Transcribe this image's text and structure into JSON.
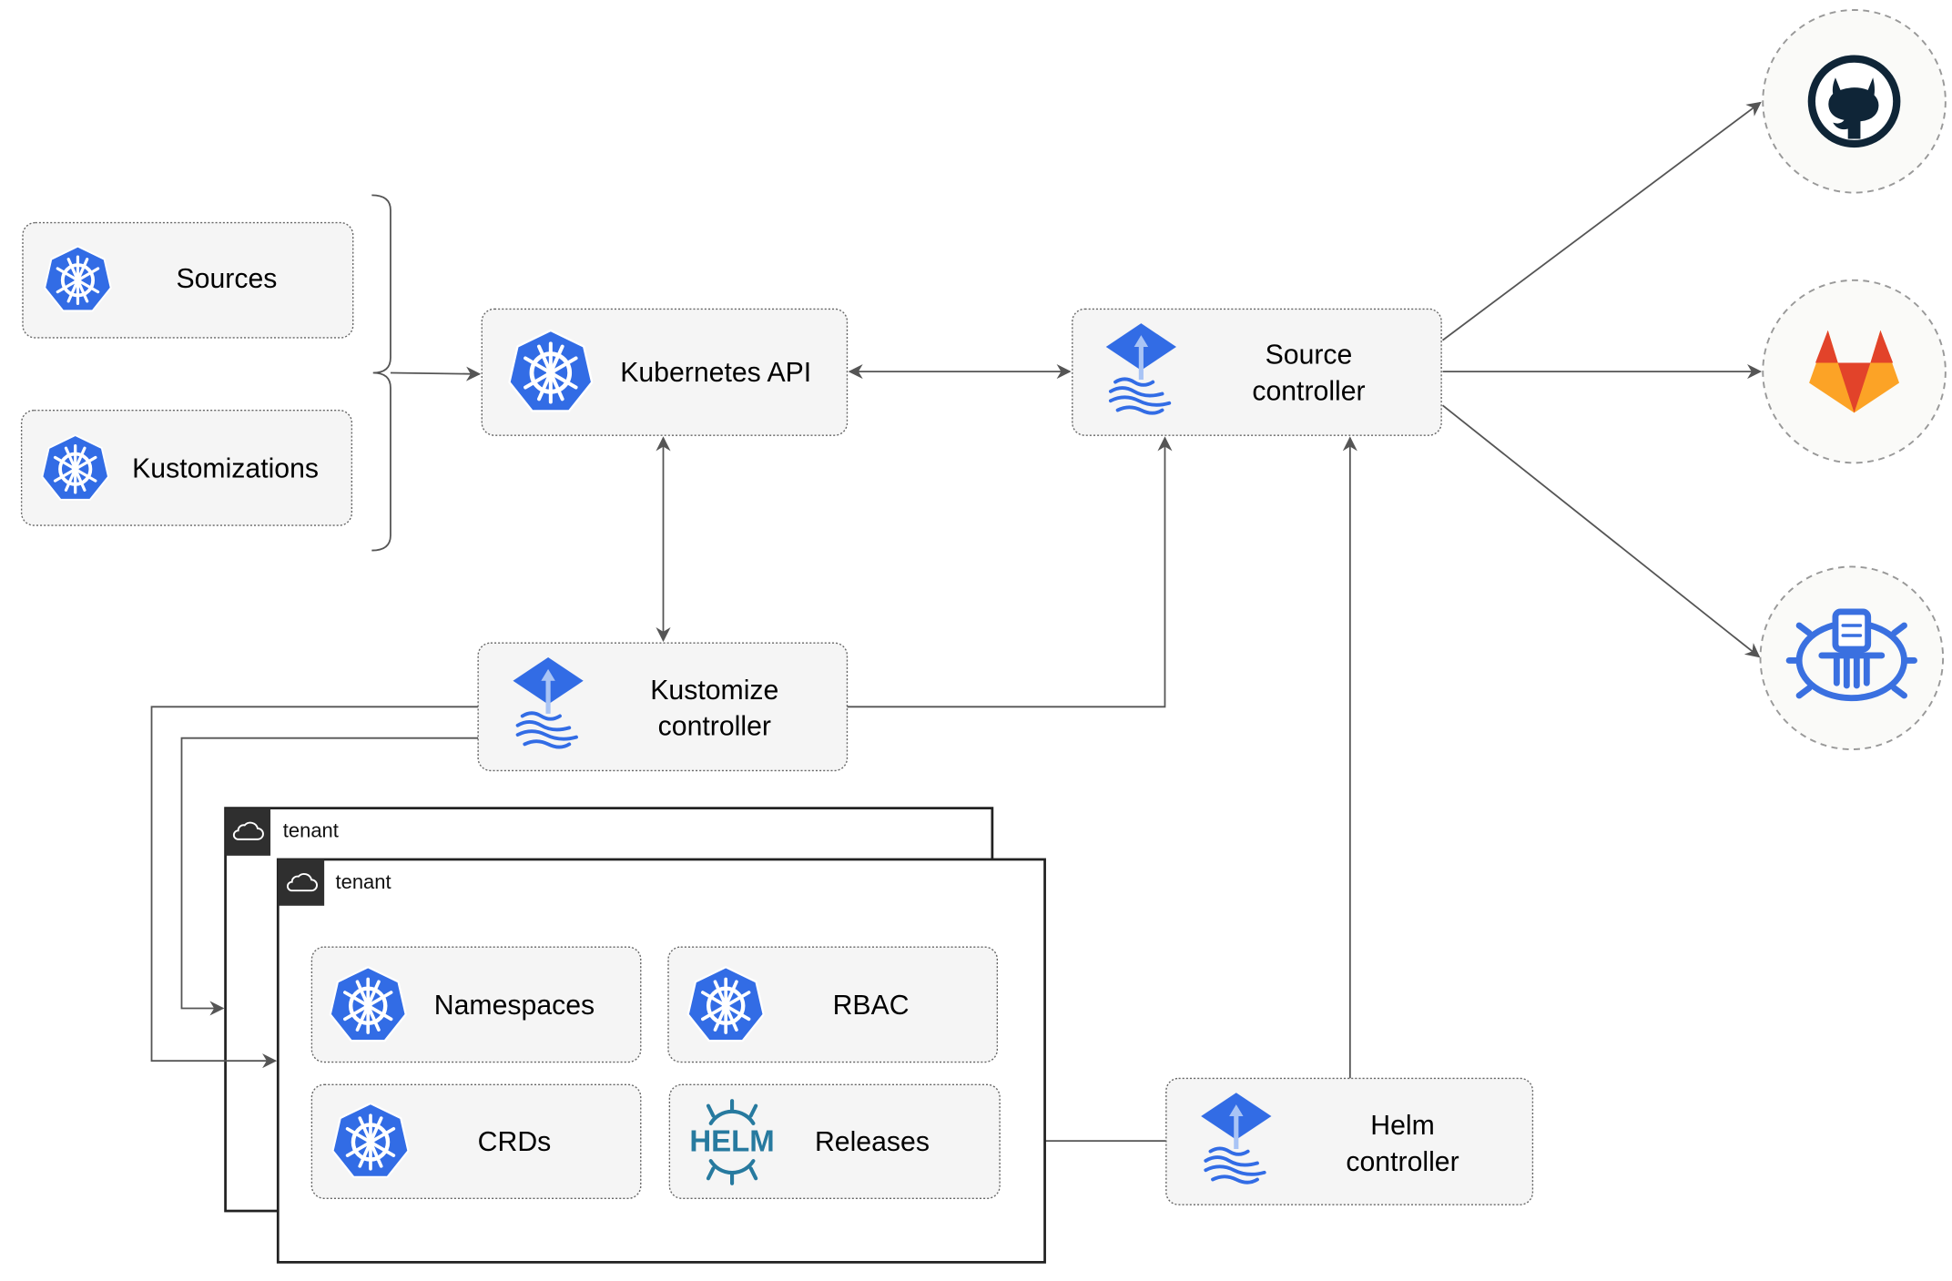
{
  "nodes": {
    "sources": "Sources",
    "kustomizations": "Kustomizations",
    "kubernetes_api": "Kubernetes API",
    "source_controller": [
      "Source",
      "controller"
    ],
    "kustomize_controller": [
      "Kustomize",
      "controller"
    ],
    "helm_controller": [
      "Helm",
      "controller"
    ],
    "namespaces": "Namespaces",
    "rbac": "RBAC",
    "crds": "CRDs",
    "releases": "Releases"
  },
  "tenants": [
    "tenant",
    "tenant"
  ],
  "helm_logo_text": "HELM",
  "external_sources": [
    "github-icon",
    "gitlab-icon",
    "bucket-icon"
  ],
  "colors": {
    "kubernetes_blue": "#326ce5",
    "helm_teal": "#277a9f",
    "github_dark": "#0f2537",
    "gitlab_orange": "#e2432a",
    "edge": "#555555"
  }
}
